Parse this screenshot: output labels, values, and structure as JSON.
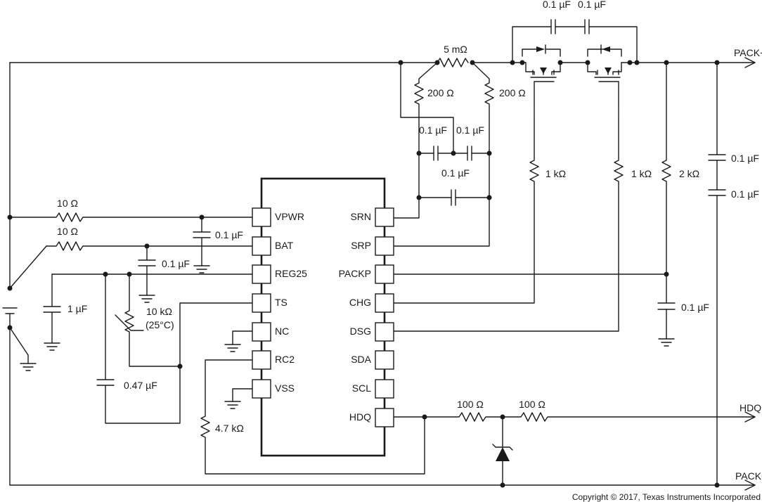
{
  "chip": {
    "left_pins": [
      "VPWR",
      "BAT",
      "REG25",
      "TS",
      "NC",
      "RC2",
      "VSS"
    ],
    "right_pins": [
      "SRN",
      "SRP",
      "PACKP",
      "CHG",
      "DSG",
      "SDA",
      "SCL",
      "HDQ"
    ]
  },
  "labels": {
    "sense_res": "5 mΩ",
    "r_srn": "200 Ω",
    "r_srp": "200 Ω",
    "c_srn": "0.1 µF",
    "c_srp": "0.1 µF",
    "c_diff": "0.1 µF",
    "c_fet_left": "0.1 µF",
    "c_fet_right": "0.1 µF",
    "r_chg": "1 kΩ",
    "r_dsg": "1 kΩ",
    "r_packp": "2 kΩ",
    "c_packp": "0.1 µF",
    "c_pack_top": "0.1 µF",
    "c_pack_bot": "0.1 µF",
    "r_vpwr": "10 Ω",
    "r_bat": "10 Ω",
    "c_vpwr": "0.1 µF",
    "c_bat": "0.1 µF",
    "c_reg25": "1 µF",
    "thermistor": "10 kΩ",
    "thermistor_temp": "(25°C)",
    "c_ts": "0.47 µF",
    "r_rc2": "4.7 kΩ",
    "r_hdq1": "100 Ω",
    "r_hdq2": "100 Ω",
    "pack_plus": "PACK+",
    "pack_minus": "PACK−",
    "hdq": "HDQ"
  },
  "footer": {
    "copyright": "Copyright © 2017, Texas Instruments Incorporated"
  }
}
